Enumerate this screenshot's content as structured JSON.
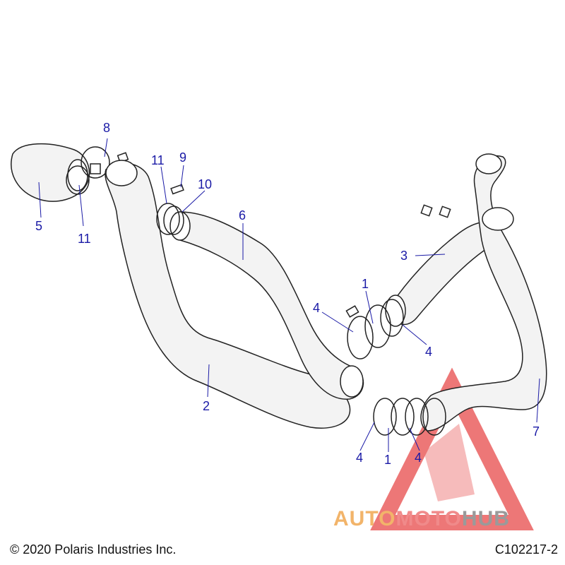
{
  "callouts": {
    "c1a": "1",
    "c1b": "1",
    "c2": "2",
    "c3": "3",
    "c4a": "4",
    "c4b": "4",
    "c4c": "4",
    "c4d": "4",
    "c5": "5",
    "c6": "6",
    "c7": "7",
    "c8": "8",
    "c9": "9",
    "c10": "10",
    "c11a": "11",
    "c11b": "11"
  },
  "footer": {
    "copyright": "© 2020 Polaris Industries Inc.",
    "figure_id": "C102217-2"
  },
  "watermark": {
    "part1": "AUTO",
    "part2": "MOTO",
    "part3": "HUB"
  },
  "colors": {
    "callout": "#1a1aa6",
    "leader": "#1a1aa6",
    "part_outline": "#222222",
    "part_fill": "#f3f3f3",
    "watermark_red": "#e84a4a"
  }
}
